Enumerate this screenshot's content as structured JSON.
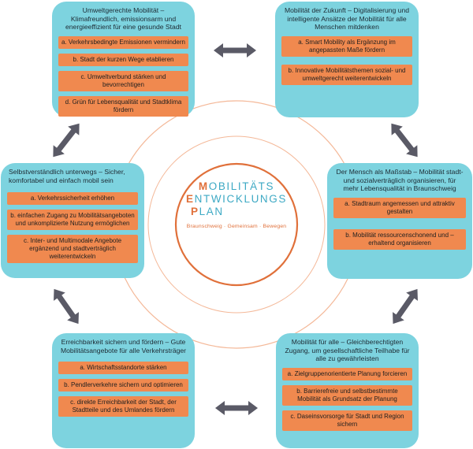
{
  "center": {
    "line1_first": "M",
    "line1_rest": "OBILITÄTS",
    "line2_first": "E",
    "line2_rest": "NTWICKLUNGS",
    "line3_first": "P",
    "line3_rest": "LAN",
    "tagline": "Braunschweig · Gemeinsam · Bewegen"
  },
  "colors": {
    "box": "#7dd3df",
    "item": "#f0894f",
    "ring_outer": "#f4b898",
    "ring_inner": "#e0703a",
    "logo_blue": "#3da9c4",
    "arrow": "#5a5a66"
  },
  "boxes": {
    "top_left": {
      "title": "Umweltgerechte Mobilität – Klimafreundlich, emissionsarm und energieeffizient für eine gesunde Stadt",
      "items": [
        "a. Verkehrsbedingte Emissionen vermindern",
        "b. Stadt der kurzen Wege etablieren",
        "c. Umweltverbund stärken und bevorrechtigen",
        "d. Grün für Lebensqualität und Stadtklima fördern"
      ]
    },
    "top_right": {
      "title": "Mobilität der Zukunft – Digitalisierung und intelligente Ansätze der Mobilität für alle Menschen mitdenken",
      "items": [
        "a. Smart Mobility als Ergänzung im angepassten Maße fördern",
        "b. Innovative Mobilitätsthemen sozial- und umweltgerecht weiterentwickeln"
      ]
    },
    "mid_left": {
      "title": "Selbstverständlich unterwegs – Sicher, komfortabel und einfach mobil sein",
      "items": [
        "a. Verkehrssicherheit erhöhen",
        "b. einfachen Zugang zu Mobilitätsangeboten und unkomplizierte Nutzung ermöglichen",
        "c. Inter- und Multimodale Angebote ergänzend und stadtverträglich weiterentwickeln"
      ]
    },
    "mid_right": {
      "title": "Der Mensch als Maßstab – Mobilität stadt- und sozialverträglich organisieren, für mehr Lebensqualität in Braunschweig",
      "items": [
        "a. Stadtraum angemessen und attraktiv gestalten",
        "b. Mobilität ressourcenschonend und – erhaltend organisieren"
      ]
    },
    "bottom_left": {
      "title": "Erreichbarkeit sichern und fördern – Gute Mobilitätsangebote für alle Verkehrsträger",
      "items": [
        "a. Wirtschaftsstandorte stärken",
        "b. Pendlerverkehre sichern und optimieren",
        "c. direkte Erreichbarkeit der Stadt, der Stadtteile und des Umlandes fördern"
      ]
    },
    "bottom_right": {
      "title": "Mobilität für alle – Gleichberechtigten Zugang, um gesellschaftliche Teilhabe für alle zu gewährleisten",
      "items": [
        "a. Zielgruppenorientierte Planung forcieren",
        "b. Barrierefreie und selbstbestimmte Mobilität als Grundsatz der Planung",
        "c. Daseinsvorsorge für Stadt und Region sichern"
      ]
    }
  }
}
